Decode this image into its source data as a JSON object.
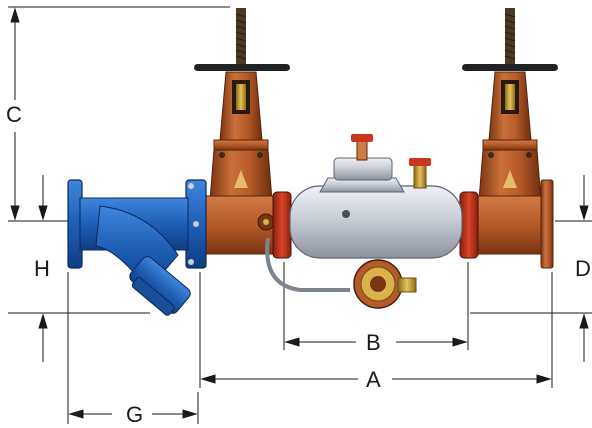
{
  "dimensions": {
    "A": "A",
    "B": "B",
    "C": "C",
    "D": "D",
    "G": "G",
    "H": "H"
  },
  "colors": {
    "strainer": "#1f5fb5",
    "strainer_dark": "#0f3d82",
    "valve_bronze": "#b55a2a",
    "valve_dark": "#7a3512",
    "body_silver": "#c9ced6",
    "coupling_red": "#c8381f",
    "brass": "#d9b24a",
    "dim_line": "#1a1a1a"
  }
}
